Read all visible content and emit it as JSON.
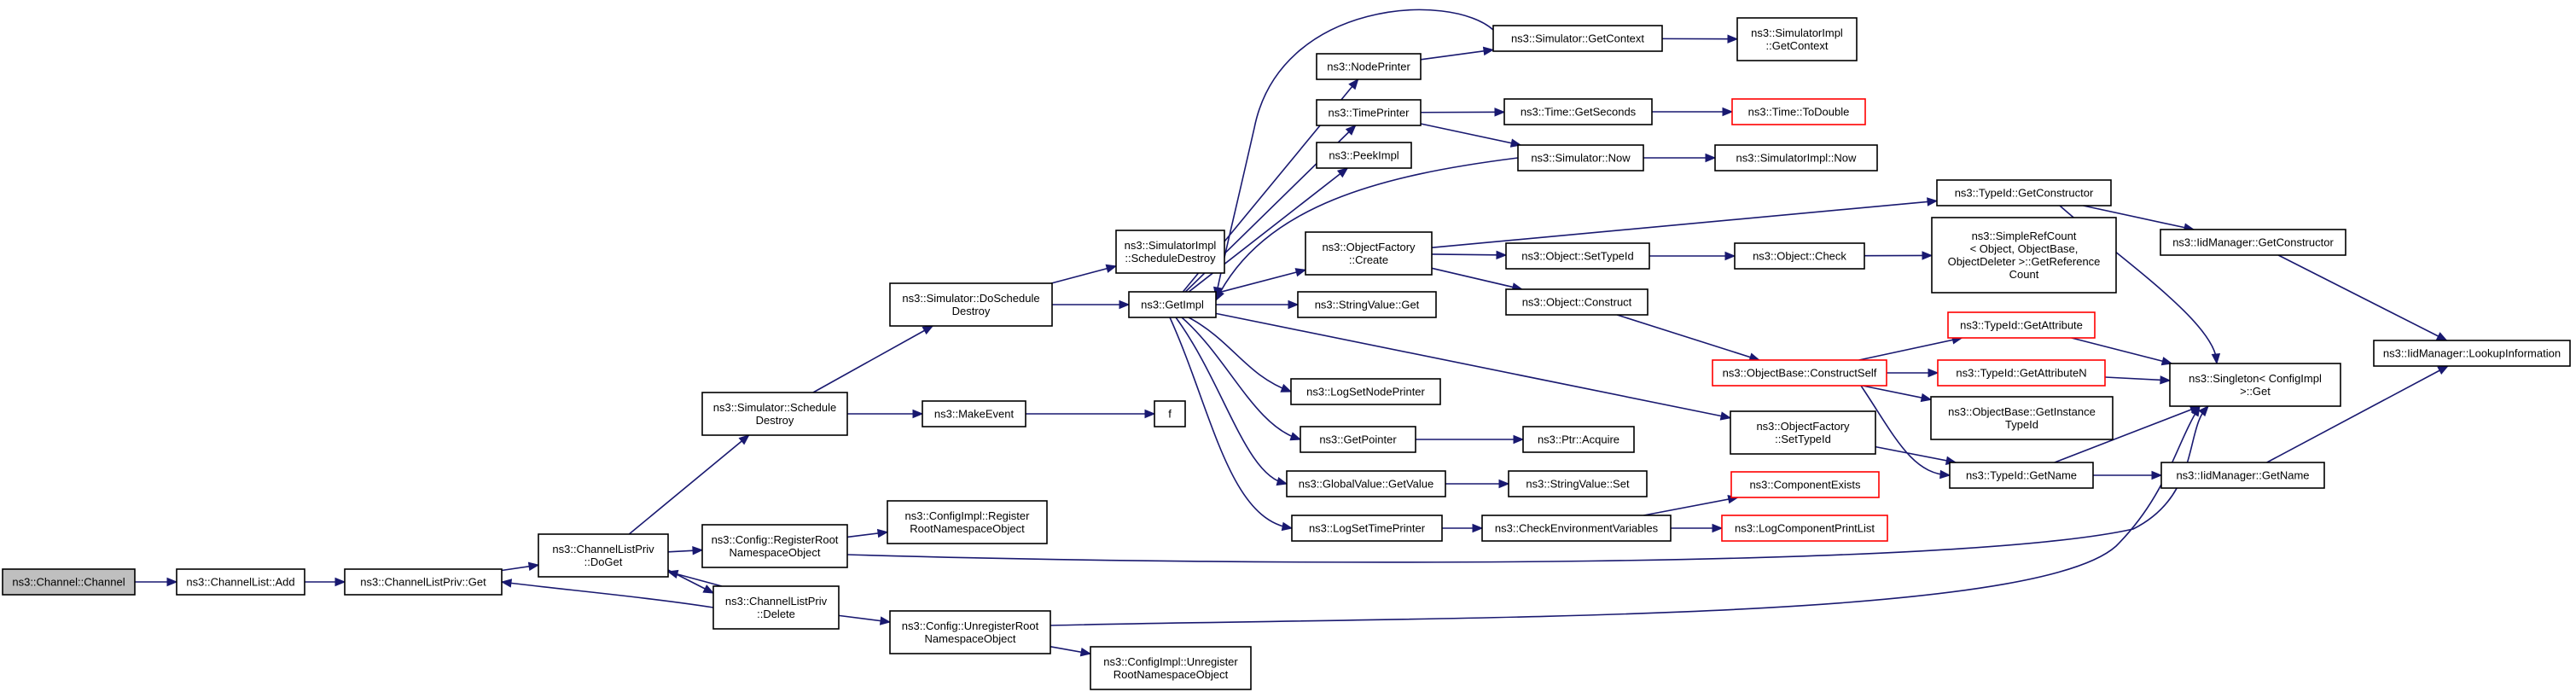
{
  "colors": {
    "edge": "#191970",
    "node_border": "#000000",
    "node_border_undocumented": "#ff0000",
    "node_fill": "#ffffff",
    "root_fill": "#bfbfbf"
  },
  "nodes": [
    {
      "id": "n0",
      "lines": [
        "ns3::Channel::Channel"
      ],
      "style": "root"
    },
    {
      "id": "n1",
      "lines": [
        "ns3::ChannelList::Add"
      ],
      "style": "normal"
    },
    {
      "id": "n2",
      "lines": [
        "ns3::ChannelListPriv::Get"
      ],
      "style": "normal"
    },
    {
      "id": "n3",
      "lines": [
        "ns3::ChannelListPriv",
        "::DoGet"
      ],
      "style": "normal"
    },
    {
      "id": "n4",
      "lines": [
        "ns3::Simulator::Schedule",
        "Destroy"
      ],
      "style": "normal"
    },
    {
      "id": "n5",
      "lines": [
        "ns3::Config::RegisterRoot",
        "NamespaceObject"
      ],
      "style": "normal"
    },
    {
      "id": "n6",
      "lines": [
        "ns3::ChannelListPriv",
        "::Delete"
      ],
      "style": "normal"
    },
    {
      "id": "n7",
      "lines": [
        "ns3::Simulator::DoSchedule",
        "Destroy"
      ],
      "style": "normal"
    },
    {
      "id": "n8",
      "lines": [
        "ns3::MakeEvent"
      ],
      "style": "normal"
    },
    {
      "id": "n9",
      "lines": [
        "ns3::ConfigImpl::Register",
        "RootNamespaceObject"
      ],
      "style": "normal"
    },
    {
      "id": "n10",
      "lines": [
        "ns3::Config::UnregisterRoot",
        "NamespaceObject"
      ],
      "style": "normal"
    },
    {
      "id": "n11",
      "lines": [
        "ns3::ConfigImpl::Unregister",
        "RootNamespaceObject"
      ],
      "style": "normal"
    },
    {
      "id": "n12",
      "lines": [
        "ns3::SimulatorImpl",
        "::ScheduleDestroy"
      ],
      "style": "normal"
    },
    {
      "id": "n13",
      "lines": [
        "ns3::GetImpl"
      ],
      "style": "normal"
    },
    {
      "id": "n14",
      "lines": [
        "f"
      ],
      "style": "normal"
    },
    {
      "id": "n15",
      "lines": [
        "ns3::NodePrinter"
      ],
      "style": "normal"
    },
    {
      "id": "n16",
      "lines": [
        "ns3::TimePrinter"
      ],
      "style": "normal"
    },
    {
      "id": "n17",
      "lines": [
        "ns3::PeekImpl"
      ],
      "style": "normal"
    },
    {
      "id": "n18",
      "lines": [
        "ns3::ObjectFactory",
        "::Create"
      ],
      "style": "normal"
    },
    {
      "id": "n19",
      "lines": [
        "ns3::StringValue::Get"
      ],
      "style": "normal"
    },
    {
      "id": "n20",
      "lines": [
        "ns3::LogSetNodePrinter"
      ],
      "style": "normal"
    },
    {
      "id": "n21",
      "lines": [
        "ns3::GetPointer"
      ],
      "style": "normal"
    },
    {
      "id": "n22",
      "lines": [
        "ns3::GlobalValue::GetValue"
      ],
      "style": "normal"
    },
    {
      "id": "n23",
      "lines": [
        "ns3::LogSetTimePrinter"
      ],
      "style": "normal"
    },
    {
      "id": "n24",
      "lines": [
        "ns3::Simulator::GetContext"
      ],
      "style": "normal"
    },
    {
      "id": "n25",
      "lines": [
        "ns3::Time::GetSeconds"
      ],
      "style": "normal"
    },
    {
      "id": "n26",
      "lines": [
        "ns3::Simulator::Now"
      ],
      "style": "normal"
    },
    {
      "id": "n27",
      "lines": [
        "ns3::Object::SetTypeId"
      ],
      "style": "normal"
    },
    {
      "id": "n28",
      "lines": [
        "ns3::Object::Construct"
      ],
      "style": "normal"
    },
    {
      "id": "n29",
      "lines": [
        "ns3::Ptr::Acquire"
      ],
      "style": "normal"
    },
    {
      "id": "n30",
      "lines": [
        "ns3::StringValue::Set"
      ],
      "style": "normal"
    },
    {
      "id": "n31",
      "lines": [
        "ns3::CheckEnvironmentVariables"
      ],
      "style": "normal"
    },
    {
      "id": "n32",
      "lines": [
        "ns3::SimulatorImpl",
        "::GetContext"
      ],
      "style": "normal"
    },
    {
      "id": "n33",
      "lines": [
        "ns3::Time::ToDouble"
      ],
      "style": "red"
    },
    {
      "id": "n34",
      "lines": [
        "ns3::SimulatorImpl::Now"
      ],
      "style": "normal"
    },
    {
      "id": "n35",
      "lines": [
        "ns3::Object::Check"
      ],
      "style": "normal"
    },
    {
      "id": "n36",
      "lines": [
        "ns3::ObjectBase::ConstructSelf"
      ],
      "style": "red"
    },
    {
      "id": "n37",
      "lines": [
        "ns3::ObjectFactory",
        "::SetTypeId"
      ],
      "style": "normal"
    },
    {
      "id": "n38",
      "lines": [
        "ns3::ComponentExists"
      ],
      "style": "red"
    },
    {
      "id": "n39",
      "lines": [
        "ns3::LogComponentPrintList"
      ],
      "style": "red"
    },
    {
      "id": "n40",
      "lines": [
        "ns3::TypeId::GetConstructor"
      ],
      "style": "normal"
    },
    {
      "id": "n41",
      "lines": [
        "ns3::SimpleRefCount",
        "< Object, ObjectBase,",
        "ObjectDeleter >::GetReference",
        "Count"
      ],
      "style": "normal"
    },
    {
      "id": "n42",
      "lines": [
        "ns3::TypeId::GetAttribute"
      ],
      "style": "red"
    },
    {
      "id": "n43",
      "lines": [
        "ns3::TypeId::GetAttributeN"
      ],
      "style": "red"
    },
    {
      "id": "n44",
      "lines": [
        "ns3::ObjectBase::GetInstance",
        "TypeId"
      ],
      "style": "normal"
    },
    {
      "id": "n45",
      "lines": [
        "ns3::TypeId::GetName"
      ],
      "style": "normal"
    },
    {
      "id": "n46",
      "lines": [
        "ns3::IidManager::GetConstructor"
      ],
      "style": "normal"
    },
    {
      "id": "n47",
      "lines": [
        "ns3::Singleton< ConfigImpl",
        " >::Get"
      ],
      "style": "normal"
    },
    {
      "id": "n48",
      "lines": [
        "ns3::IidManager::GetName"
      ],
      "style": "normal"
    },
    {
      "id": "n49",
      "lines": [
        "ns3::IidManager::LookupInformation"
      ],
      "style": "normal"
    }
  ],
  "edges": [
    [
      "n0",
      "n1"
    ],
    [
      "n1",
      "n2"
    ],
    [
      "n2",
      "n3"
    ],
    [
      "n3",
      "n4"
    ],
    [
      "n3",
      "n5"
    ],
    [
      "n3",
      "n6"
    ],
    [
      "n6",
      "n2"
    ],
    [
      "n6",
      "n3"
    ],
    [
      "n6",
      "n10"
    ],
    [
      "n4",
      "n7"
    ],
    [
      "n4",
      "n8"
    ],
    [
      "n8",
      "n14"
    ],
    [
      "n5",
      "n9"
    ],
    [
      "n5",
      "n47"
    ],
    [
      "n10",
      "n11"
    ],
    [
      "n10",
      "n47"
    ],
    [
      "n7",
      "n12"
    ],
    [
      "n7",
      "n13"
    ],
    [
      "n13",
      "n15"
    ],
    [
      "n13",
      "n16"
    ],
    [
      "n13",
      "n17"
    ],
    [
      "n13",
      "n18"
    ],
    [
      "n13",
      "n19"
    ],
    [
      "n13",
      "n20"
    ],
    [
      "n13",
      "n21"
    ],
    [
      "n13",
      "n22"
    ],
    [
      "n13",
      "n23"
    ],
    [
      "n13",
      "n37"
    ],
    [
      "n15",
      "n24"
    ],
    [
      "n24",
      "n32"
    ],
    [
      "n24",
      "n13"
    ],
    [
      "n16",
      "n25"
    ],
    [
      "n16",
      "n26"
    ],
    [
      "n25",
      "n33"
    ],
    [
      "n26",
      "n34"
    ],
    [
      "n26",
      "n13"
    ],
    [
      "n18",
      "n40"
    ],
    [
      "n18",
      "n27"
    ],
    [
      "n18",
      "n28"
    ],
    [
      "n27",
      "n35"
    ],
    [
      "n35",
      "n41"
    ],
    [
      "n28",
      "n36"
    ],
    [
      "n21",
      "n29"
    ],
    [
      "n22",
      "n30"
    ],
    [
      "n23",
      "n31"
    ],
    [
      "n31",
      "n38"
    ],
    [
      "n31",
      "n39"
    ],
    [
      "n36",
      "n42"
    ],
    [
      "n36",
      "n43"
    ],
    [
      "n36",
      "n44"
    ],
    [
      "n36",
      "n45"
    ],
    [
      "n37",
      "n45"
    ],
    [
      "n40",
      "n46"
    ],
    [
      "n40",
      "n47"
    ],
    [
      "n42",
      "n47"
    ],
    [
      "n43",
      "n47"
    ],
    [
      "n45",
      "n47"
    ],
    [
      "n45",
      "n48"
    ],
    [
      "n46",
      "n49"
    ],
    [
      "n48",
      "n49"
    ]
  ]
}
